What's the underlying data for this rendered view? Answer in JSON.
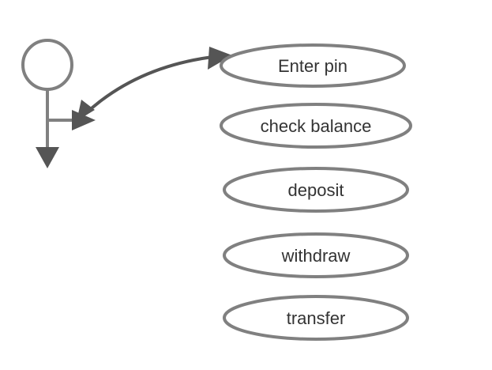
{
  "diagram": {
    "use_cases": [
      {
        "label": "Enter pin"
      },
      {
        "label": "check balance"
      },
      {
        "label": "deposit"
      },
      {
        "label": "withdraw"
      },
      {
        "label": "transfer"
      }
    ],
    "colors": {
      "shape_stroke": "#808080",
      "arrow": "#555555",
      "text": "#333333",
      "background": "#ffffff"
    }
  }
}
